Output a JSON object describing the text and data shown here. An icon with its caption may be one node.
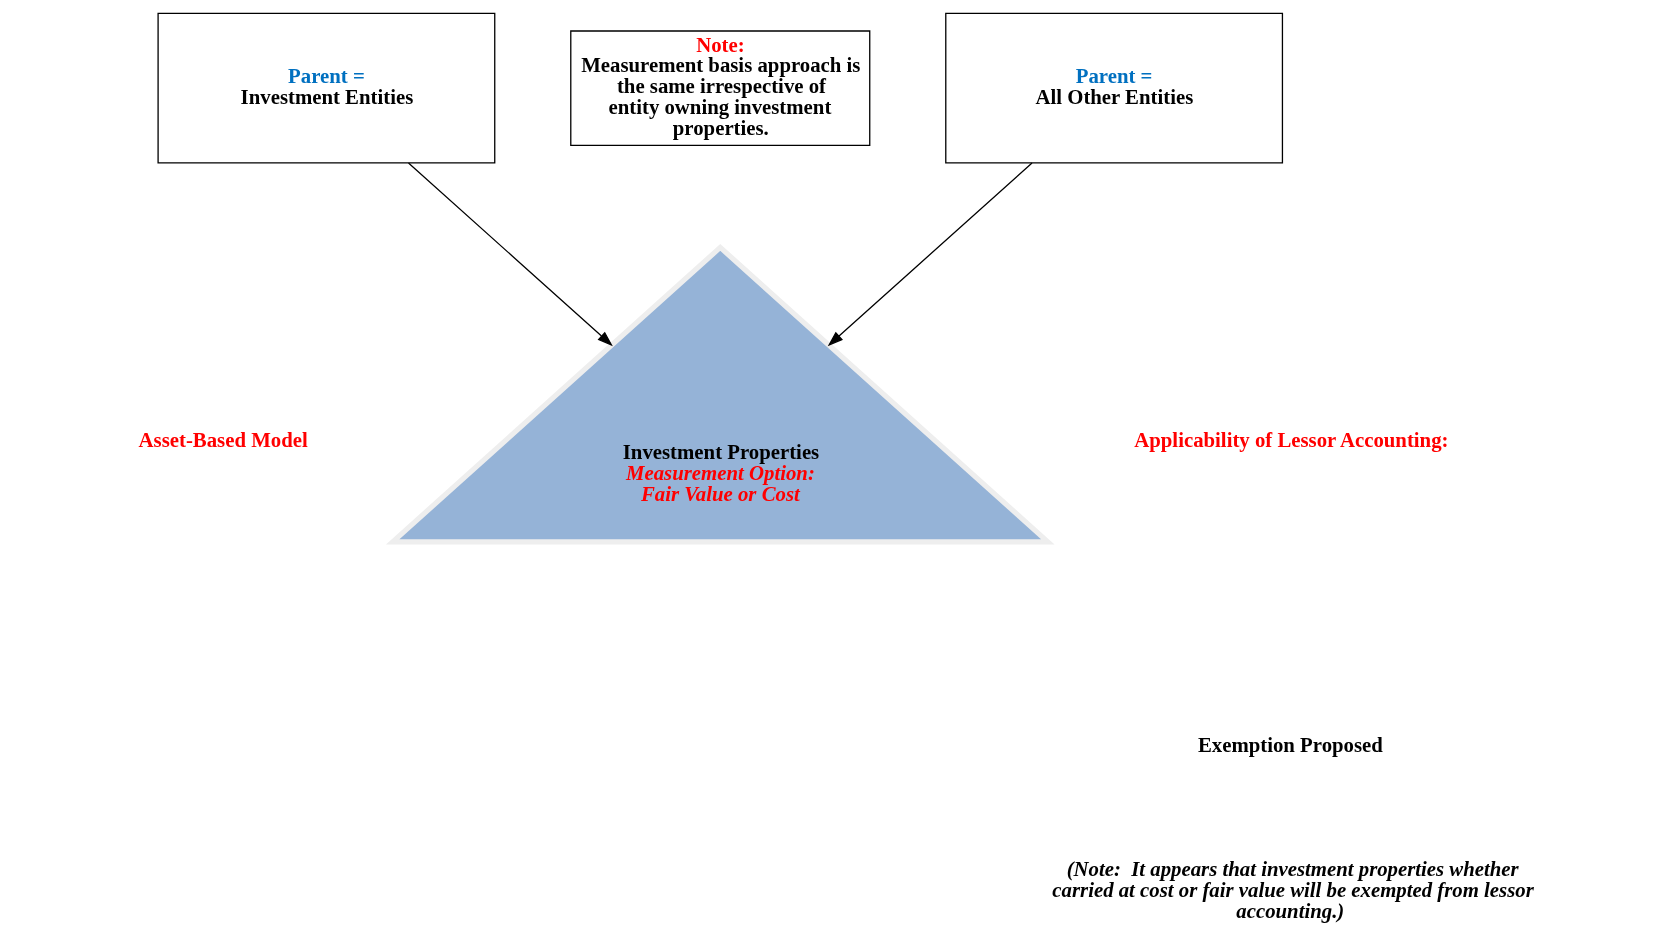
{
  "diagram": {
    "nodes": [
      {
        "text": [
          "Parent =",
          "Investment Entities"
        ]
      },
      {
        "text": [
          "Parent =",
          "All Other Entities"
        ]
      },
      {
        "text": [
          "Note:",
          "Measurement basis approach is the same irrespective of entity owning investment properties."
        ]
      },
      {
        "text": [
          "Investment Properties",
          "Measurement Option: Fair Value or Cost"
        ]
      }
    ],
    "edges": [
      {
        "from": 0,
        "to": 3,
        "arrow": "to"
      },
      {
        "from": 1,
        "to": 3,
        "arrow": "to"
      }
    ],
    "labels": [
      "Asset-Based Model",
      "Applicability of Lessor Accounting:",
      "Exemption Proposed",
      "(Note:  It appears that investment properties whether carried at cost or fair value will be exempted from lessor accounting.)"
    ]
  }
}
